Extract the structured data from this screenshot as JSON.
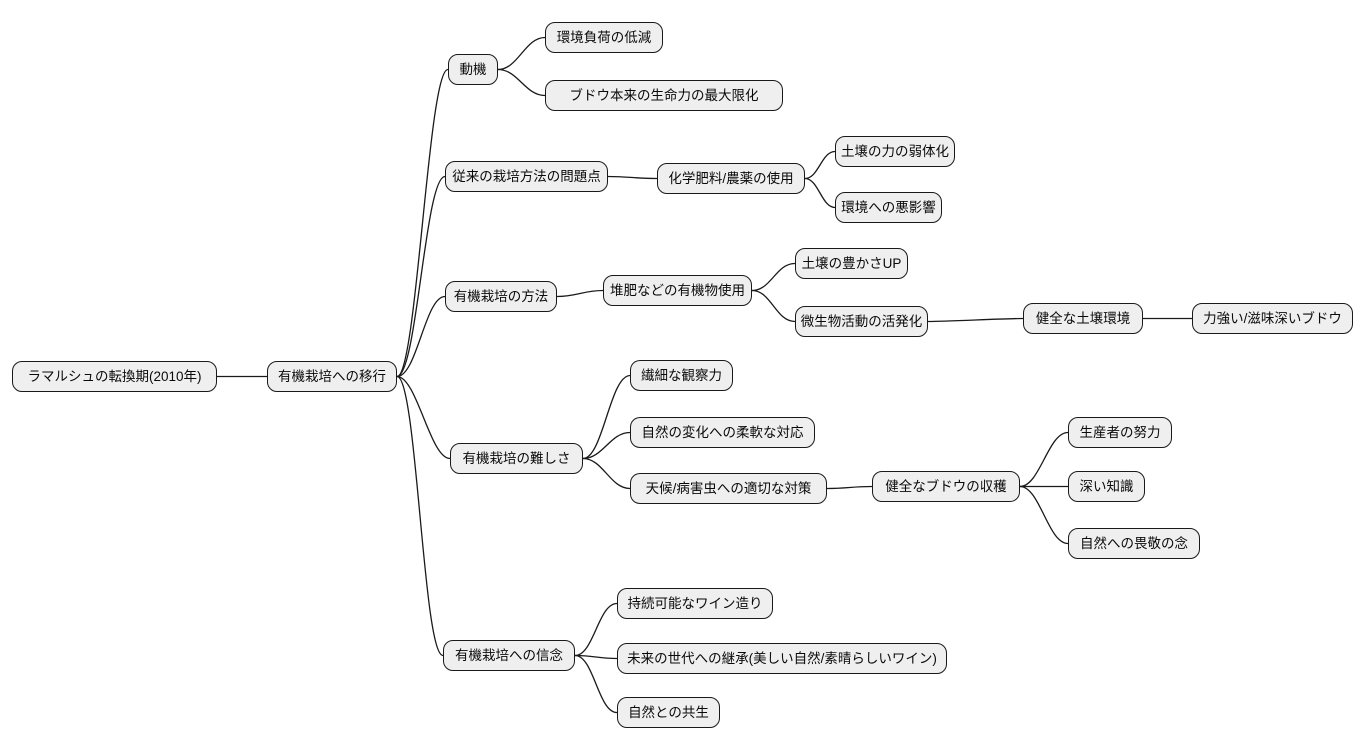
{
  "mindmap": {
    "style": {
      "background": "#ffffff",
      "node_fill": "#efefef",
      "node_border": "#1a1a1a",
      "edge_color": "#1a1a1a",
      "text_color": "#0a0a0a"
    },
    "nodes": [
      {
        "id": "root",
        "parent": null,
        "label": "ラマルシュの転換期(2010年)"
      },
      {
        "id": "transition",
        "parent": "root",
        "label": "有機栽培への移行"
      },
      {
        "id": "motive",
        "parent": "transition",
        "label": "動機"
      },
      {
        "id": "motive-env",
        "parent": "motive",
        "label": "環境負荷の低減"
      },
      {
        "id": "motive-vital",
        "parent": "motive",
        "label": "ブドウ本来の生命力の最大限化"
      },
      {
        "id": "problems",
        "parent": "transition",
        "label": "従来の栽培方法の問題点"
      },
      {
        "id": "chemicals",
        "parent": "problems",
        "label": "化学肥料/農薬の使用"
      },
      {
        "id": "soil-weak",
        "parent": "chemicals",
        "label": "土壌の力の弱体化"
      },
      {
        "id": "env-harm",
        "parent": "chemicals",
        "label": "環境への悪影響"
      },
      {
        "id": "method",
        "parent": "transition",
        "label": "有機栽培の方法"
      },
      {
        "id": "compost",
        "parent": "method",
        "label": "堆肥などの有機物使用"
      },
      {
        "id": "soil-rich",
        "parent": "compost",
        "label": "土壌の豊かさUP"
      },
      {
        "id": "microbes",
        "parent": "compost",
        "label": "微生物活動の活発化"
      },
      {
        "id": "healthy-soil",
        "parent": "microbes",
        "label": "健全な土壌環境"
      },
      {
        "id": "strong-grapes",
        "parent": "healthy-soil",
        "label": "力強い/滋味深いブドウ"
      },
      {
        "id": "difficulty",
        "parent": "transition",
        "label": "有機栽培の難しさ"
      },
      {
        "id": "observation",
        "parent": "difficulty",
        "label": "繊細な観察力"
      },
      {
        "id": "flexibility",
        "parent": "difficulty",
        "label": "自然の変化への柔軟な対応"
      },
      {
        "id": "weather",
        "parent": "difficulty",
        "label": "天候/病害虫への適切な対策"
      },
      {
        "id": "harvest",
        "parent": "weather",
        "label": "健全なブドウの収穫"
      },
      {
        "id": "effort",
        "parent": "harvest",
        "label": "生産者の努力"
      },
      {
        "id": "knowledge",
        "parent": "harvest",
        "label": "深い知識"
      },
      {
        "id": "awe",
        "parent": "harvest",
        "label": "自然への畏敬の念"
      },
      {
        "id": "belief",
        "parent": "transition",
        "label": "有機栽培への信念"
      },
      {
        "id": "sustainable",
        "parent": "belief",
        "label": "持続可能なワイン造り"
      },
      {
        "id": "future",
        "parent": "belief",
        "label": "未来の世代への継承(美しい自然/素晴らしいワイン)"
      },
      {
        "id": "symbiosis",
        "parent": "belief",
        "label": "自然との共生"
      }
    ]
  }
}
